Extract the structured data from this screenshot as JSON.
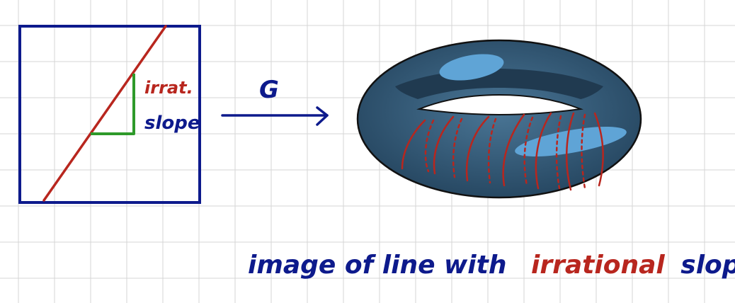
{
  "labels": {
    "irrational_abbrev": "irrat.",
    "slope": "slope",
    "map_name": "G",
    "caption_part1": "image of line with",
    "caption_irrational": "irrational",
    "caption_slope": "slope"
  },
  "colors": {
    "ink_blue": "#0d1a8c",
    "ink_red": "#b8261e",
    "ink_green": "#2e9a2a",
    "torus_fill": "#355c7a",
    "torus_highlight": "#5fa4d6",
    "grid": "#d6d6d6"
  }
}
